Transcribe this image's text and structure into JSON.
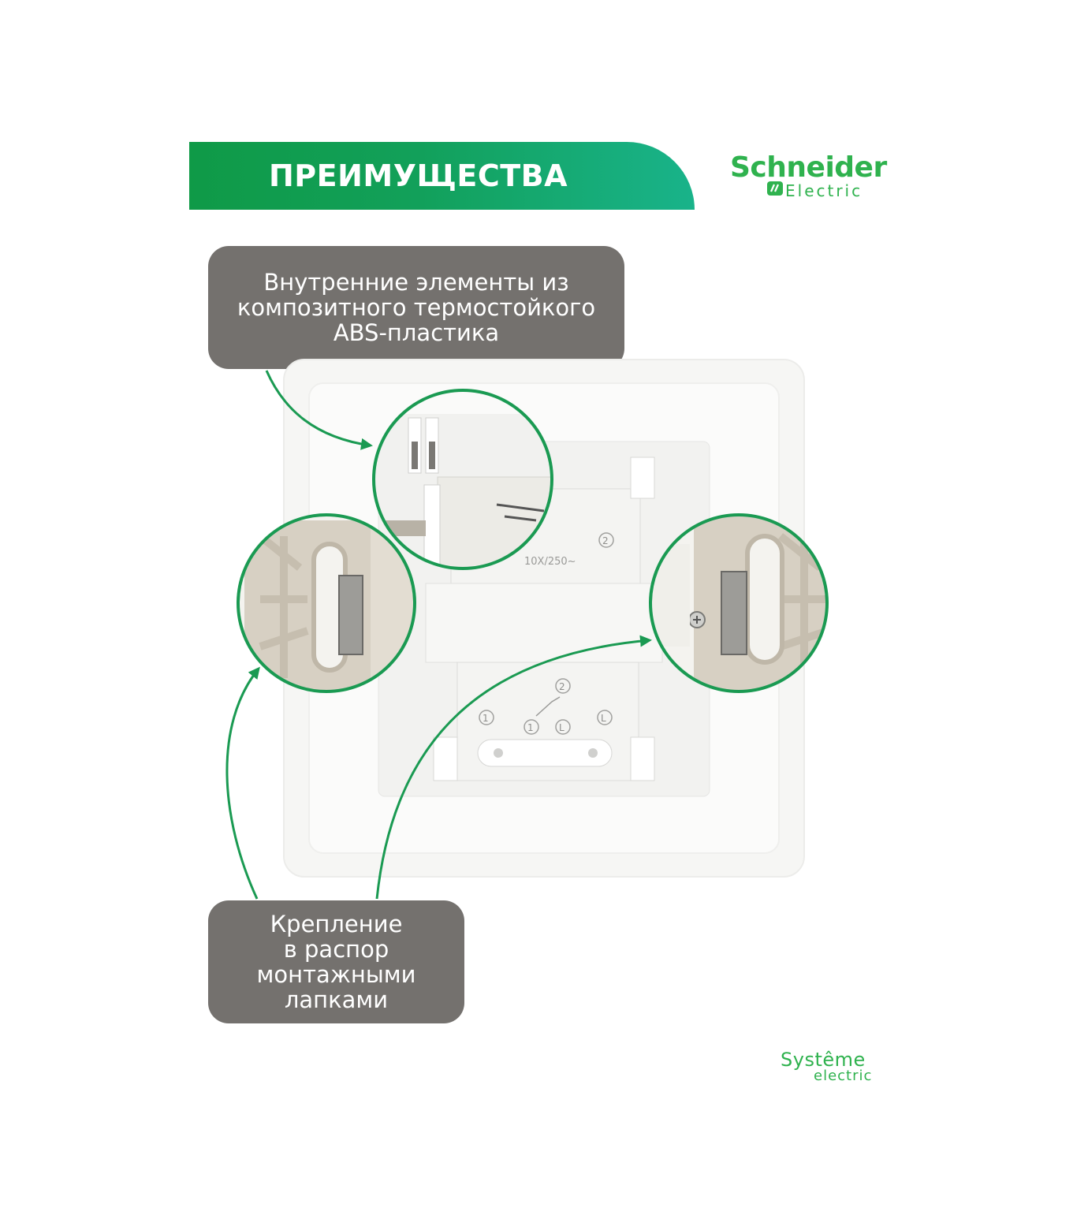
{
  "banner": {
    "title": "ПРЕИМУЩЕСТВА"
  },
  "brand": {
    "schneider_top": "Schneider",
    "schneider_bottom": "Electric",
    "systeme_top": "Systême",
    "systeme_bottom": "electric",
    "color": "#2fb24e"
  },
  "callouts": {
    "top": "Внутренние элементы из\nкомпозитного термостойкого\nABS-пластика",
    "bottom": "Крепление\nв распор\nмонтажными\nлапками"
  },
  "product_labels": {
    "rating": "10X/250~",
    "terminal_2": "2",
    "terminal_1": "1",
    "terminal_L": "L"
  },
  "colors": {
    "arrow": "#1a9a52",
    "callout_bg": "#74716e",
    "banner_start": "#0f9a47",
    "banner_end": "#19b38a"
  }
}
